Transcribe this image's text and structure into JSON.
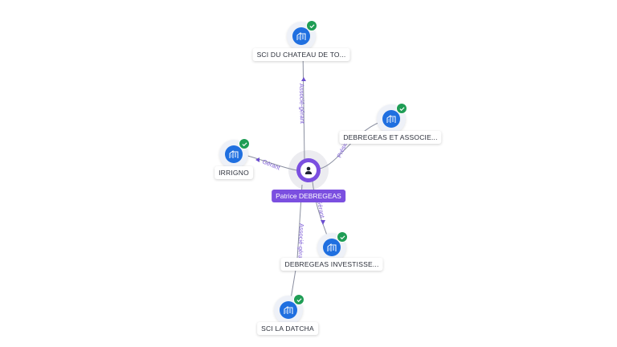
{
  "center": {
    "name": "Patrice DEBREGEAS",
    "icon": "person-icon",
    "color": "#7b4fe0"
  },
  "companies": [
    {
      "name": "SCI DU CHATEAU DE TO...",
      "icon": "company-building-icon",
      "verified": true
    },
    {
      "name": "DEBREGEAS ET ASSOCIE...",
      "icon": "company-building-icon",
      "verified": true
    },
    {
      "name": "IRRIGNO",
      "icon": "company-building-icon",
      "verified": true
    },
    {
      "name": "DEBREGEAS INVESTISSE...",
      "icon": "company-building-icon",
      "verified": true
    },
    {
      "name": "SCI LA DATCHA",
      "icon": "company-building-icon",
      "verified": true
    }
  ],
  "relations": [
    {
      "label": "Associé-gérant"
    },
    {
      "label": "Présid..."
    },
    {
      "label": "Gérant"
    },
    {
      "label": "Gérant"
    },
    {
      "label": "Associé-gérant"
    }
  ],
  "colors": {
    "company_node": "#1f6fe0",
    "verified_badge": "#1f9d55",
    "edge": "#8a8fa0",
    "edge_label": "#7c5bd6"
  }
}
